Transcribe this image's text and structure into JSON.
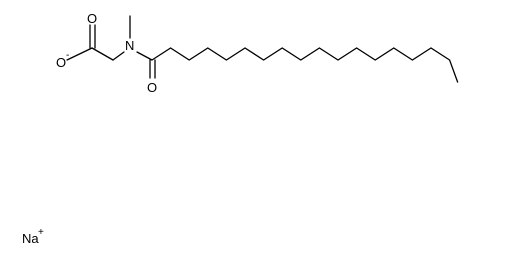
{
  "atoms": {
    "carboxyl_oxygen": "O",
    "oxide_oxygen": "O",
    "oxide_charge": "-",
    "nitrogen": "N",
    "amide_oxygen": "O",
    "counter_ion": "Na",
    "counter_ion_charge": "+"
  },
  "chain": {
    "alkyl_carbons_after_carbonyl": 17
  }
}
